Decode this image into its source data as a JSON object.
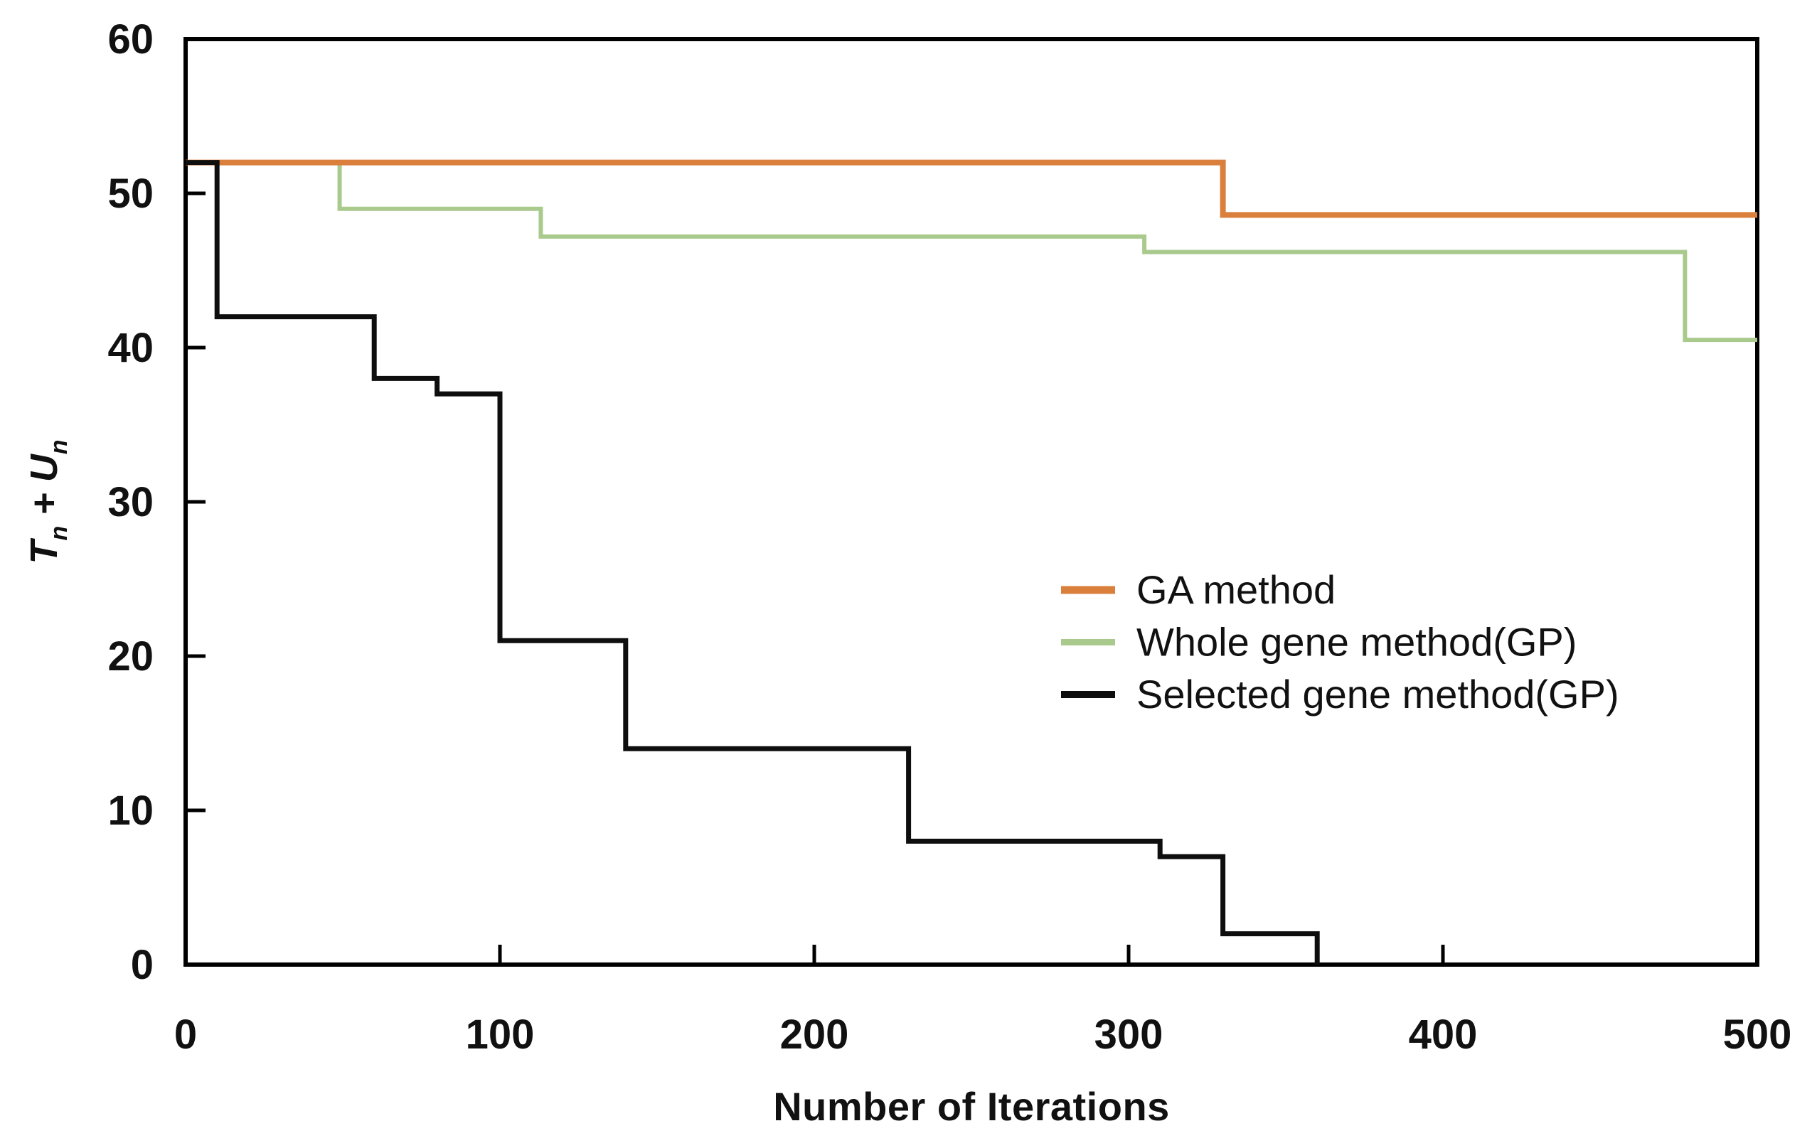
{
  "figure": {
    "background_color": "#ffffff",
    "axis_color": "#000000",
    "tick_style": "inside"
  },
  "chart_data": {
    "type": "line",
    "subtype": "step",
    "title": "",
    "xlabel": "Number of Iterations",
    "ylabel": "T_n + U_n",
    "xlim": [
      0,
      500
    ],
    "ylim": [
      0,
      60
    ],
    "x_ticks": [
      0,
      100,
      200,
      300,
      400,
      500
    ],
    "y_ticks": [
      0,
      10,
      20,
      30,
      40,
      50,
      60
    ],
    "grid": false,
    "legend_position": "center-right",
    "series": [
      {
        "name": "GA method",
        "color": "#DB7F3C",
        "width": 8,
        "zorder": 2,
        "points": [
          [
            0,
            52
          ],
          [
            330,
            52
          ],
          [
            330,
            48.6
          ],
          [
            500,
            48.6
          ]
        ]
      },
      {
        "name": "Whole gene method(GP)",
        "color": "#A9CA8C",
        "width": 6,
        "zorder": 1,
        "points": [
          [
            0,
            52
          ],
          [
            49,
            52
          ],
          [
            49,
            49
          ],
          [
            113,
            49
          ],
          [
            113,
            47.2
          ],
          [
            305,
            47.2
          ],
          [
            305,
            46.2
          ],
          [
            477,
            46.2
          ],
          [
            477,
            40.5
          ],
          [
            500,
            40.5
          ]
        ]
      },
      {
        "name": "Selected gene method(GP)",
        "color": "#0e0e0e",
        "width": 7,
        "zorder": 3,
        "points": [
          [
            0,
            52
          ],
          [
            10,
            52
          ],
          [
            10,
            42
          ],
          [
            60,
            42
          ],
          [
            60,
            38
          ],
          [
            80,
            38
          ],
          [
            80,
            37
          ],
          [
            100,
            37
          ],
          [
            100,
            21
          ],
          [
            140,
            21
          ],
          [
            140,
            14
          ],
          [
            230,
            14
          ],
          [
            230,
            8
          ],
          [
            310,
            8
          ],
          [
            310,
            7
          ],
          [
            330,
            7
          ],
          [
            330,
            2
          ],
          [
            360,
            2
          ],
          [
            360,
            0
          ]
        ]
      }
    ]
  }
}
